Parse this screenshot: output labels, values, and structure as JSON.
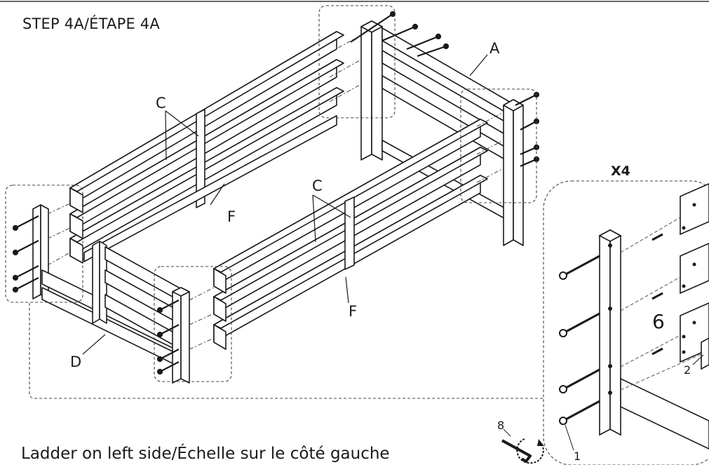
{
  "step_title": "STEP 4A/ÉTAPE 4A",
  "caption": "Ladder on left side/Échelle sur le côté gauche",
  "callouts": {
    "a": "A",
    "c_back": "C",
    "c_front": "C",
    "d": "D",
    "f_back": "F",
    "f_front": "F"
  },
  "detail": {
    "quantity": "X4",
    "part_6": "6",
    "part_2": "2",
    "part_1": "1",
    "part_8": "8"
  }
}
